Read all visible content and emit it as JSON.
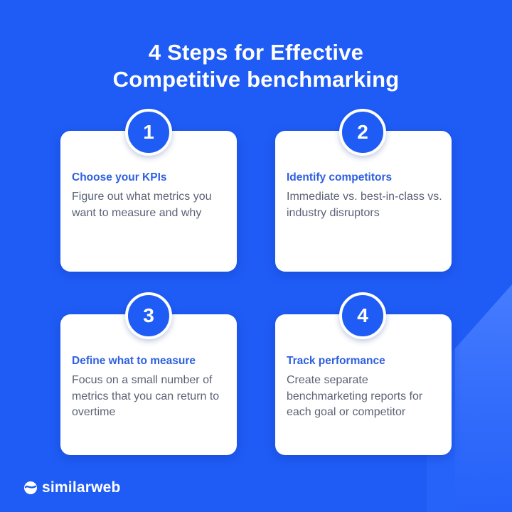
{
  "title": {
    "line1": "4 Steps for Effective",
    "line2": "Competitive benchmarking"
  },
  "steps": [
    {
      "number": "1",
      "title": "Choose your KPIs",
      "description": "Figure out what metrics you want to measure and why"
    },
    {
      "number": "2",
      "title": "Identify competitors",
      "description": "Immediate vs. best-in-class vs. industry disruptors"
    },
    {
      "number": "3",
      "title": "Define what to measure",
      "description": "Focus on a small number of metrics that you can return to overtime"
    },
    {
      "number": "4",
      "title": "Track performance",
      "description": "Create separate benchmarketing reports for each goal or competitor"
    }
  ],
  "brand": {
    "name": "similarweb",
    "icon": "similarweb-logo-icon"
  },
  "colors": {
    "background": "#1f5cf5",
    "accent_text": "#2d5fe0",
    "card": "#ffffff",
    "body_text": "#5a6275"
  }
}
